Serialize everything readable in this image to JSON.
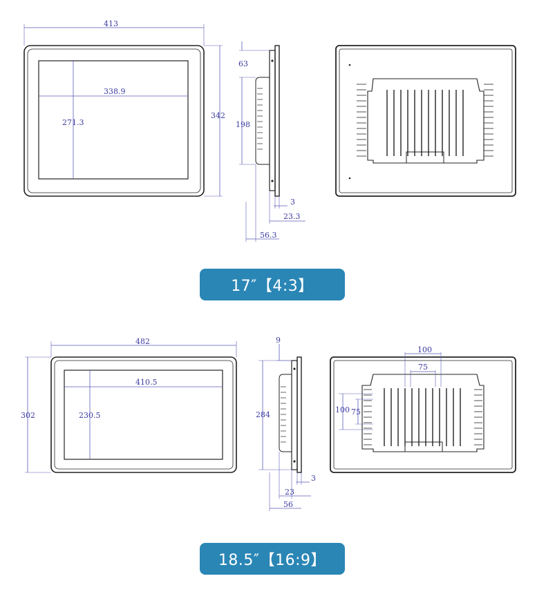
{
  "models": [
    {
      "label": "17″【4:3】",
      "front": {
        "width": "413",
        "height": "342",
        "screen_width": "338.9",
        "screen_height": "271.3"
      },
      "side": {
        "top_offset": "63",
        "bracket_height": "198",
        "bezel": "3",
        "body_depth": "23.3",
        "total_depth": "56.3"
      }
    },
    {
      "label": "18.5″【16:9】",
      "front": {
        "width": "482",
        "height": "302",
        "screen_width": "410.5",
        "screen_height": "230.5"
      },
      "side": {
        "top_offset": "9",
        "height": "284",
        "bezel": "3",
        "body_depth": "23",
        "total_depth": "56"
      },
      "back": {
        "vesa_outer": "100",
        "vesa_inner": "75",
        "vesa_outer_v": "100",
        "vesa_inner_v": "75"
      }
    }
  ]
}
